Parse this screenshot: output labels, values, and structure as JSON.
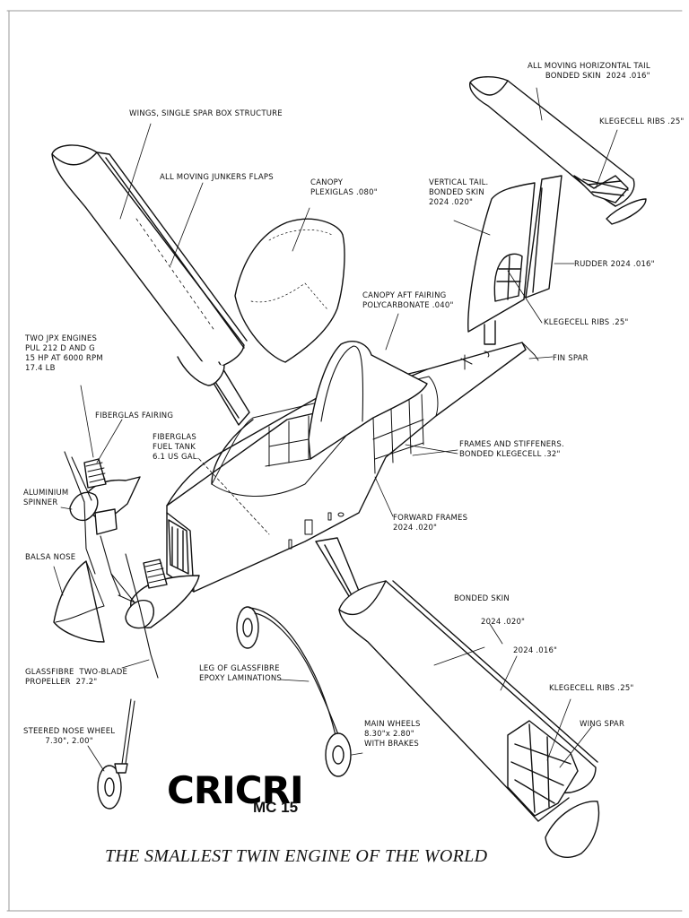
{
  "labels": {
    "wings": "WINGS, SINGLE SPAR BOX STRUCTURE",
    "junkers_flaps": "ALL MOVING JUNKERS FLAPS",
    "canopy": "CANOPY\nPLEXIGLAS .080\"",
    "horizontal_tail": "ALL MOVING HORIZONTAL TAIL\nBONDED SKIN  2024 .016\"",
    "klegecell_ribs_tail": "KLEGECELL RIBS .25\"",
    "vertical_tail": "VERTICAL TAIL.\nBONDED SKIN\n2024 .020\"",
    "rudder": "RUDDER 2024 .016\"",
    "canopy_aft_fairing": "CANOPY AFT FAIRING\nPOLYCARBONATE .040\"",
    "klegecell_ribs_fin": "KLEGECELL RIBS .25\"",
    "fin_spar": "FIN SPAR",
    "engines": "TWO JPX ENGINES\nPUL 212 D AND G\n15 HP AT 6000 RPM\n17.4 LB",
    "fiberglas_fairing": "FIBERGLAS FAIRING",
    "fuel_tank": "FIBERGLAS\nFUEL TANK\n6.1 US GAL.",
    "frames_stiffeners": "FRAMES AND STIFFENERS.\nBONDED KLEGECELL .32\"",
    "aluminium_spinner": "ALUMINIUM\nSPINNER",
    "forward_frames": "FORWARD FRAMES\n2024 .020\"",
    "balsa_nose": "BALSA NOSE",
    "bonded_skin": "BONDED SKIN",
    "skin_020": "2024 .020\"",
    "skin_016": "2024 .016\"",
    "propeller": "GLASSFIBRE  TWO-BLADE\nPROPELLER  27.2\"",
    "leg": "LEG OF GLASSFIBRE\nEPOXY LAMINATIONS",
    "klegecell_ribs_wing": "KLEGECELL RIBS .25\"",
    "wing_spar": "WING SPAR",
    "nose_wheel": "STEERED NOSE WHEEL\n7.30\", 2.00\"",
    "main_wheels": "MAIN WHEELS\n8.30\"x 2.80\"\nWITH BRAKES"
  },
  "title": {
    "logo": "CRICRI",
    "model": "MC 15",
    "tagline": "THE SMALLEST TWIN ENGINE OF THE WORLD"
  },
  "colors": {
    "ink": "#111111",
    "paper": "#ffffff"
  }
}
